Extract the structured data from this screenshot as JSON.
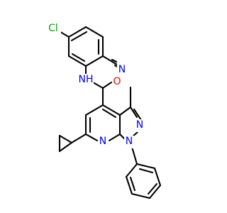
{
  "atoms": {
    "cl": {
      "text": "Cl",
      "color": "#00a000"
    },
    "n_nitrile": {
      "text": "N",
      "color": "#0000ff"
    },
    "n_amide": {
      "text": "NH",
      "color": "#0000ff"
    },
    "o_carbonyl": {
      "text": "O",
      "color": "#ff0000"
    },
    "n_pyrazole_2": {
      "text": "N",
      "color": "#0000ff"
    },
    "n_pyrazole_1": {
      "text": "N",
      "color": "#0000ff"
    },
    "n_pyridine": {
      "text": "N",
      "color": "#0000ff"
    }
  },
  "colors": {
    "bond": "#000000",
    "background": "#ffffff"
  }
}
